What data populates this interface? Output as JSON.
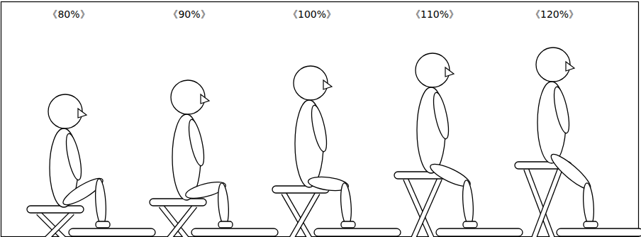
{
  "diagram": {
    "labels": [
      "《80%》",
      "《90%》",
      "《100%》",
      "《110%》",
      "《120%》"
    ]
  }
}
